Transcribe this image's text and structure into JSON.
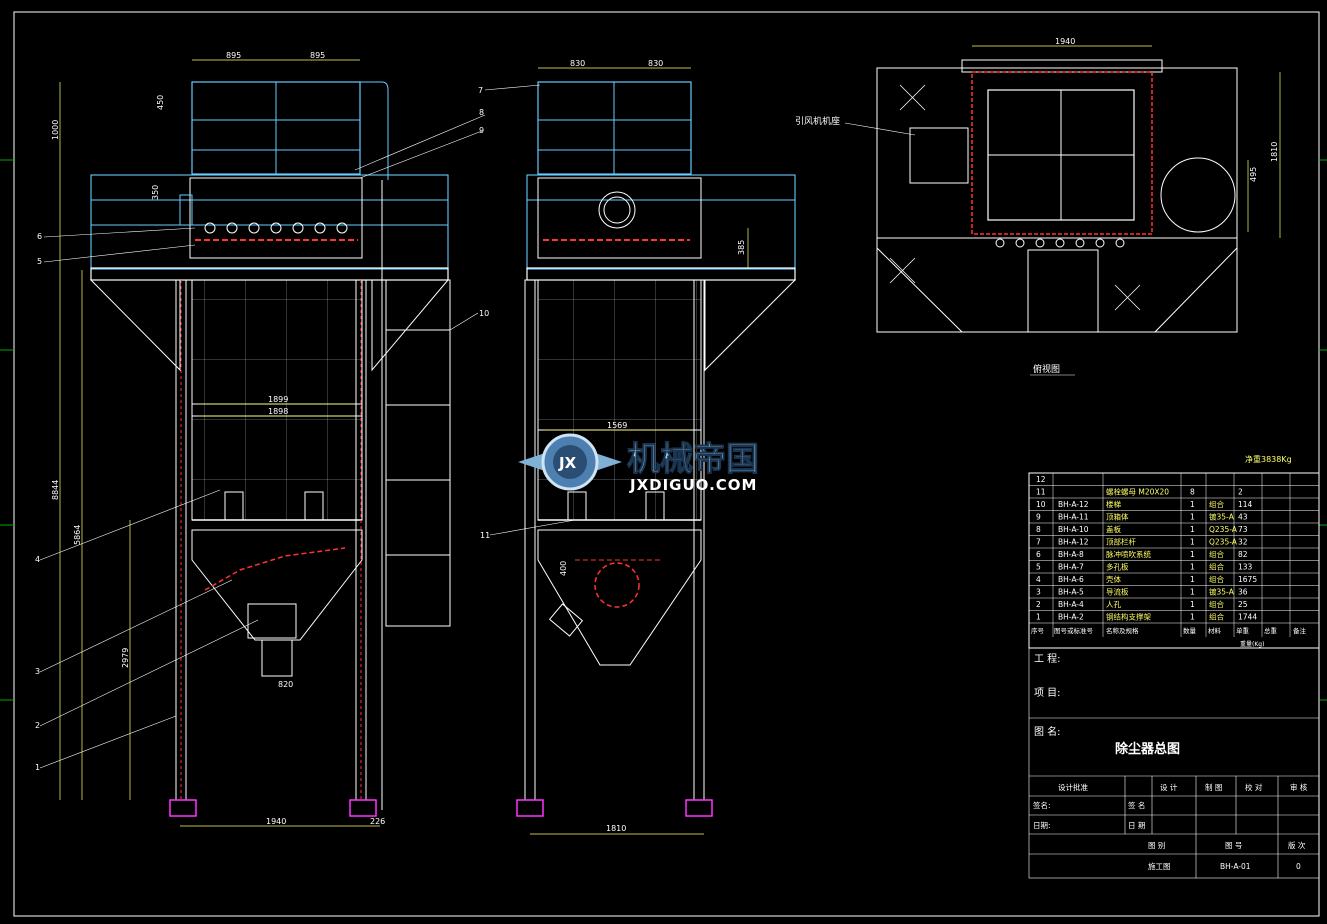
{
  "dimensions": {
    "front_top_left": "895",
    "front_top_right": "895",
    "side_top_left": "830",
    "side_top_right": "830",
    "plan_width": "1940",
    "plan_height": "1810",
    "plan_inner": "495",
    "front_h_1000": "1000",
    "front_h_450": "450",
    "front_h_350": "350",
    "front_w_1899": "1899",
    "front_w_1898": "1898",
    "front_h_total": "8844",
    "front_h_5864": "5864",
    "front_h_2979": "2979",
    "front_hopper_820": "820",
    "front_base_1940": "1940",
    "front_base_226": "226",
    "side_w_1569": "1569",
    "side_h_385": "385",
    "side_h_400": "400",
    "side_base_1810": "1810"
  },
  "balloons": {
    "front_left": [
      "6",
      "5",
      "4",
      "3",
      "2",
      "1"
    ],
    "front_right": [
      "8",
      "9",
      "10"
    ],
    "side": [
      "7",
      "11"
    ]
  },
  "labels": {
    "fan_base": "引风机机座",
    "plan_view": "俯视图",
    "weight": "净重3838Kg"
  },
  "watermark": {
    "logo_text": "JX",
    "title": "机械帝国",
    "url": "JXDIGUO.COM"
  },
  "bom": {
    "headers": [
      "序号",
      "图号或标准号",
      "名称及规格",
      "数量",
      "材料",
      "单重",
      "总重",
      "备注"
    ],
    "rows": [
      {
        "no": "12",
        "code": "",
        "name": "",
        "qty": "",
        "mat": "",
        "w": ""
      },
      {
        "no": "11",
        "code": "",
        "name": "螺栓螺母 M20X20",
        "qty": "8",
        "mat": "",
        "w": "2"
      },
      {
        "no": "10",
        "code": "BH-A-12",
        "name": "楼梯",
        "qty": "1",
        "mat": "组合",
        "w": "114"
      },
      {
        "no": "9",
        "code": "BH-A-11",
        "name": "顶箱体",
        "qty": "1",
        "mat": "镀35-A",
        "w": "43"
      },
      {
        "no": "8",
        "code": "BH-A-10",
        "name": "盖板",
        "qty": "1",
        "mat": "Q235-A",
        "w": "73"
      },
      {
        "no": "7",
        "code": "BH-A-12",
        "name": "顶部栏杆",
        "qty": "1",
        "mat": "Q235-A",
        "w": "32"
      },
      {
        "no": "6",
        "code": "BH-A-8",
        "name": "脉冲喷吹系统",
        "qty": "1",
        "mat": "组合",
        "w": "82"
      },
      {
        "no": "5",
        "code": "BH-A-7",
        "name": "多孔板",
        "qty": "1",
        "mat": "组合",
        "w": "133"
      },
      {
        "no": "4",
        "code": "BH-A-6",
        "name": "壳体",
        "qty": "1",
        "mat": "组合",
        "w": "1675"
      },
      {
        "no": "3",
        "code": "BH-A-5",
        "name": "导流板",
        "qty": "1",
        "mat": "镀35-A",
        "w": "36"
      },
      {
        "no": "2",
        "code": "BH-A-4",
        "name": "人孔",
        "qty": "1",
        "mat": "组合",
        "w": "25"
      },
      {
        "no": "1",
        "code": "BH-A-2",
        "name": "钢结构支撑架",
        "qty": "1",
        "mat": "组合",
        "w": "1744"
      }
    ],
    "weight_note": "重量(Kg)"
  },
  "title_block": {
    "project_label": "工 程:",
    "item_label": "项 目:",
    "drawing_name_label": "图 名:",
    "drawing_name": "除尘器总图",
    "approval": "设计批准",
    "design": "设 计",
    "draft": "制 图",
    "check": "校 对",
    "review": "审 核",
    "sign_label": "签名:",
    "sign_label2": "签 名",
    "date_label": "日期:",
    "date_label2": "日 期",
    "stage_label": "图 别",
    "number_label": "图 号",
    "version_label": "版 次",
    "stage": "施工图",
    "number": "BH-A-01",
    "version": "0"
  }
}
